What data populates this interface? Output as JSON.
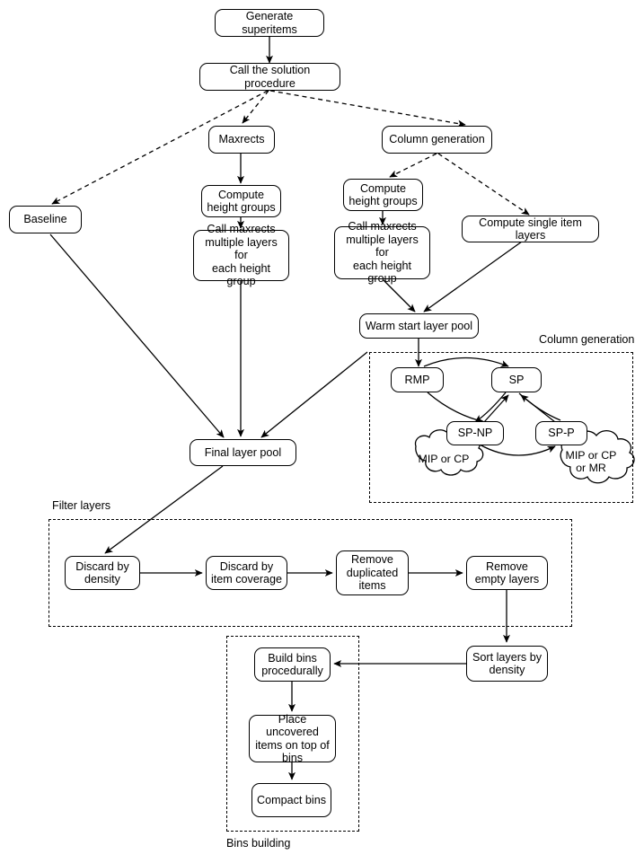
{
  "diagram": {
    "title": "Solution pipeline flowchart",
    "nodes": [
      {
        "id": "generate_superitems",
        "label": "Generate superitems"
      },
      {
        "id": "call_solution_procedure",
        "label": "Call the solution procedure"
      },
      {
        "id": "maxrects",
        "label": "Maxrects"
      },
      {
        "id": "column_generation",
        "label": "Column generation"
      },
      {
        "id": "baseline",
        "label": "Baseline"
      },
      {
        "id": "mr_compute_height_groups",
        "label": "Compute\nheight groups"
      },
      {
        "id": "mr_call_maxrects",
        "label": "Call maxrects\nmultiple layers for\neach height group"
      },
      {
        "id": "cg_compute_height_groups",
        "label": "Compute\nheight groups"
      },
      {
        "id": "cg_call_maxrects",
        "label": "Call maxrects\nmultiple layers for\neach height group"
      },
      {
        "id": "compute_single_item_layers",
        "label": "Compute single item layers"
      },
      {
        "id": "warm_start_layer_pool",
        "label": "Warm start layer pool"
      },
      {
        "id": "rmp",
        "label": "RMP"
      },
      {
        "id": "sp",
        "label": "SP"
      },
      {
        "id": "sp_np",
        "label": "SP-NP"
      },
      {
        "id": "sp_p",
        "label": "SP-P"
      },
      {
        "id": "final_layer_pool",
        "label": "Final layer pool"
      },
      {
        "id": "discard_by_density",
        "label": "Discard by\ndensity"
      },
      {
        "id": "discard_by_item_coverage",
        "label": "Discard by\nitem coverage"
      },
      {
        "id": "remove_duplicated_items",
        "label": "Remove\nduplicated\nitems"
      },
      {
        "id": "remove_empty_layers",
        "label": "Remove\nempty layers"
      },
      {
        "id": "sort_layers_by_density",
        "label": "Sort layers by\ndensity"
      },
      {
        "id": "build_bins_procedurally",
        "label": "Build bins\nprocedurally"
      },
      {
        "id": "place_uncovered_items",
        "label": "Place uncovered\nitems on top of\nbins"
      },
      {
        "id": "compact_bins",
        "label": "Compact bins"
      }
    ],
    "clouds": [
      {
        "id": "cloud_mip_or_cp",
        "label": "MIP or CP"
      },
      {
        "id": "cloud_mip_or_cp_or_mr",
        "label": "MIP or CP\nor MR"
      }
    ],
    "groups": [
      {
        "id": "group_column_generation",
        "label": "Column generation"
      },
      {
        "id": "group_filter_layers",
        "label": "Filter layers"
      },
      {
        "id": "group_bins_building",
        "label": "Bins building"
      }
    ],
    "colors": {
      "stroke": "#000000",
      "background": "#ffffff",
      "shadow": "#8a8a8a"
    }
  }
}
